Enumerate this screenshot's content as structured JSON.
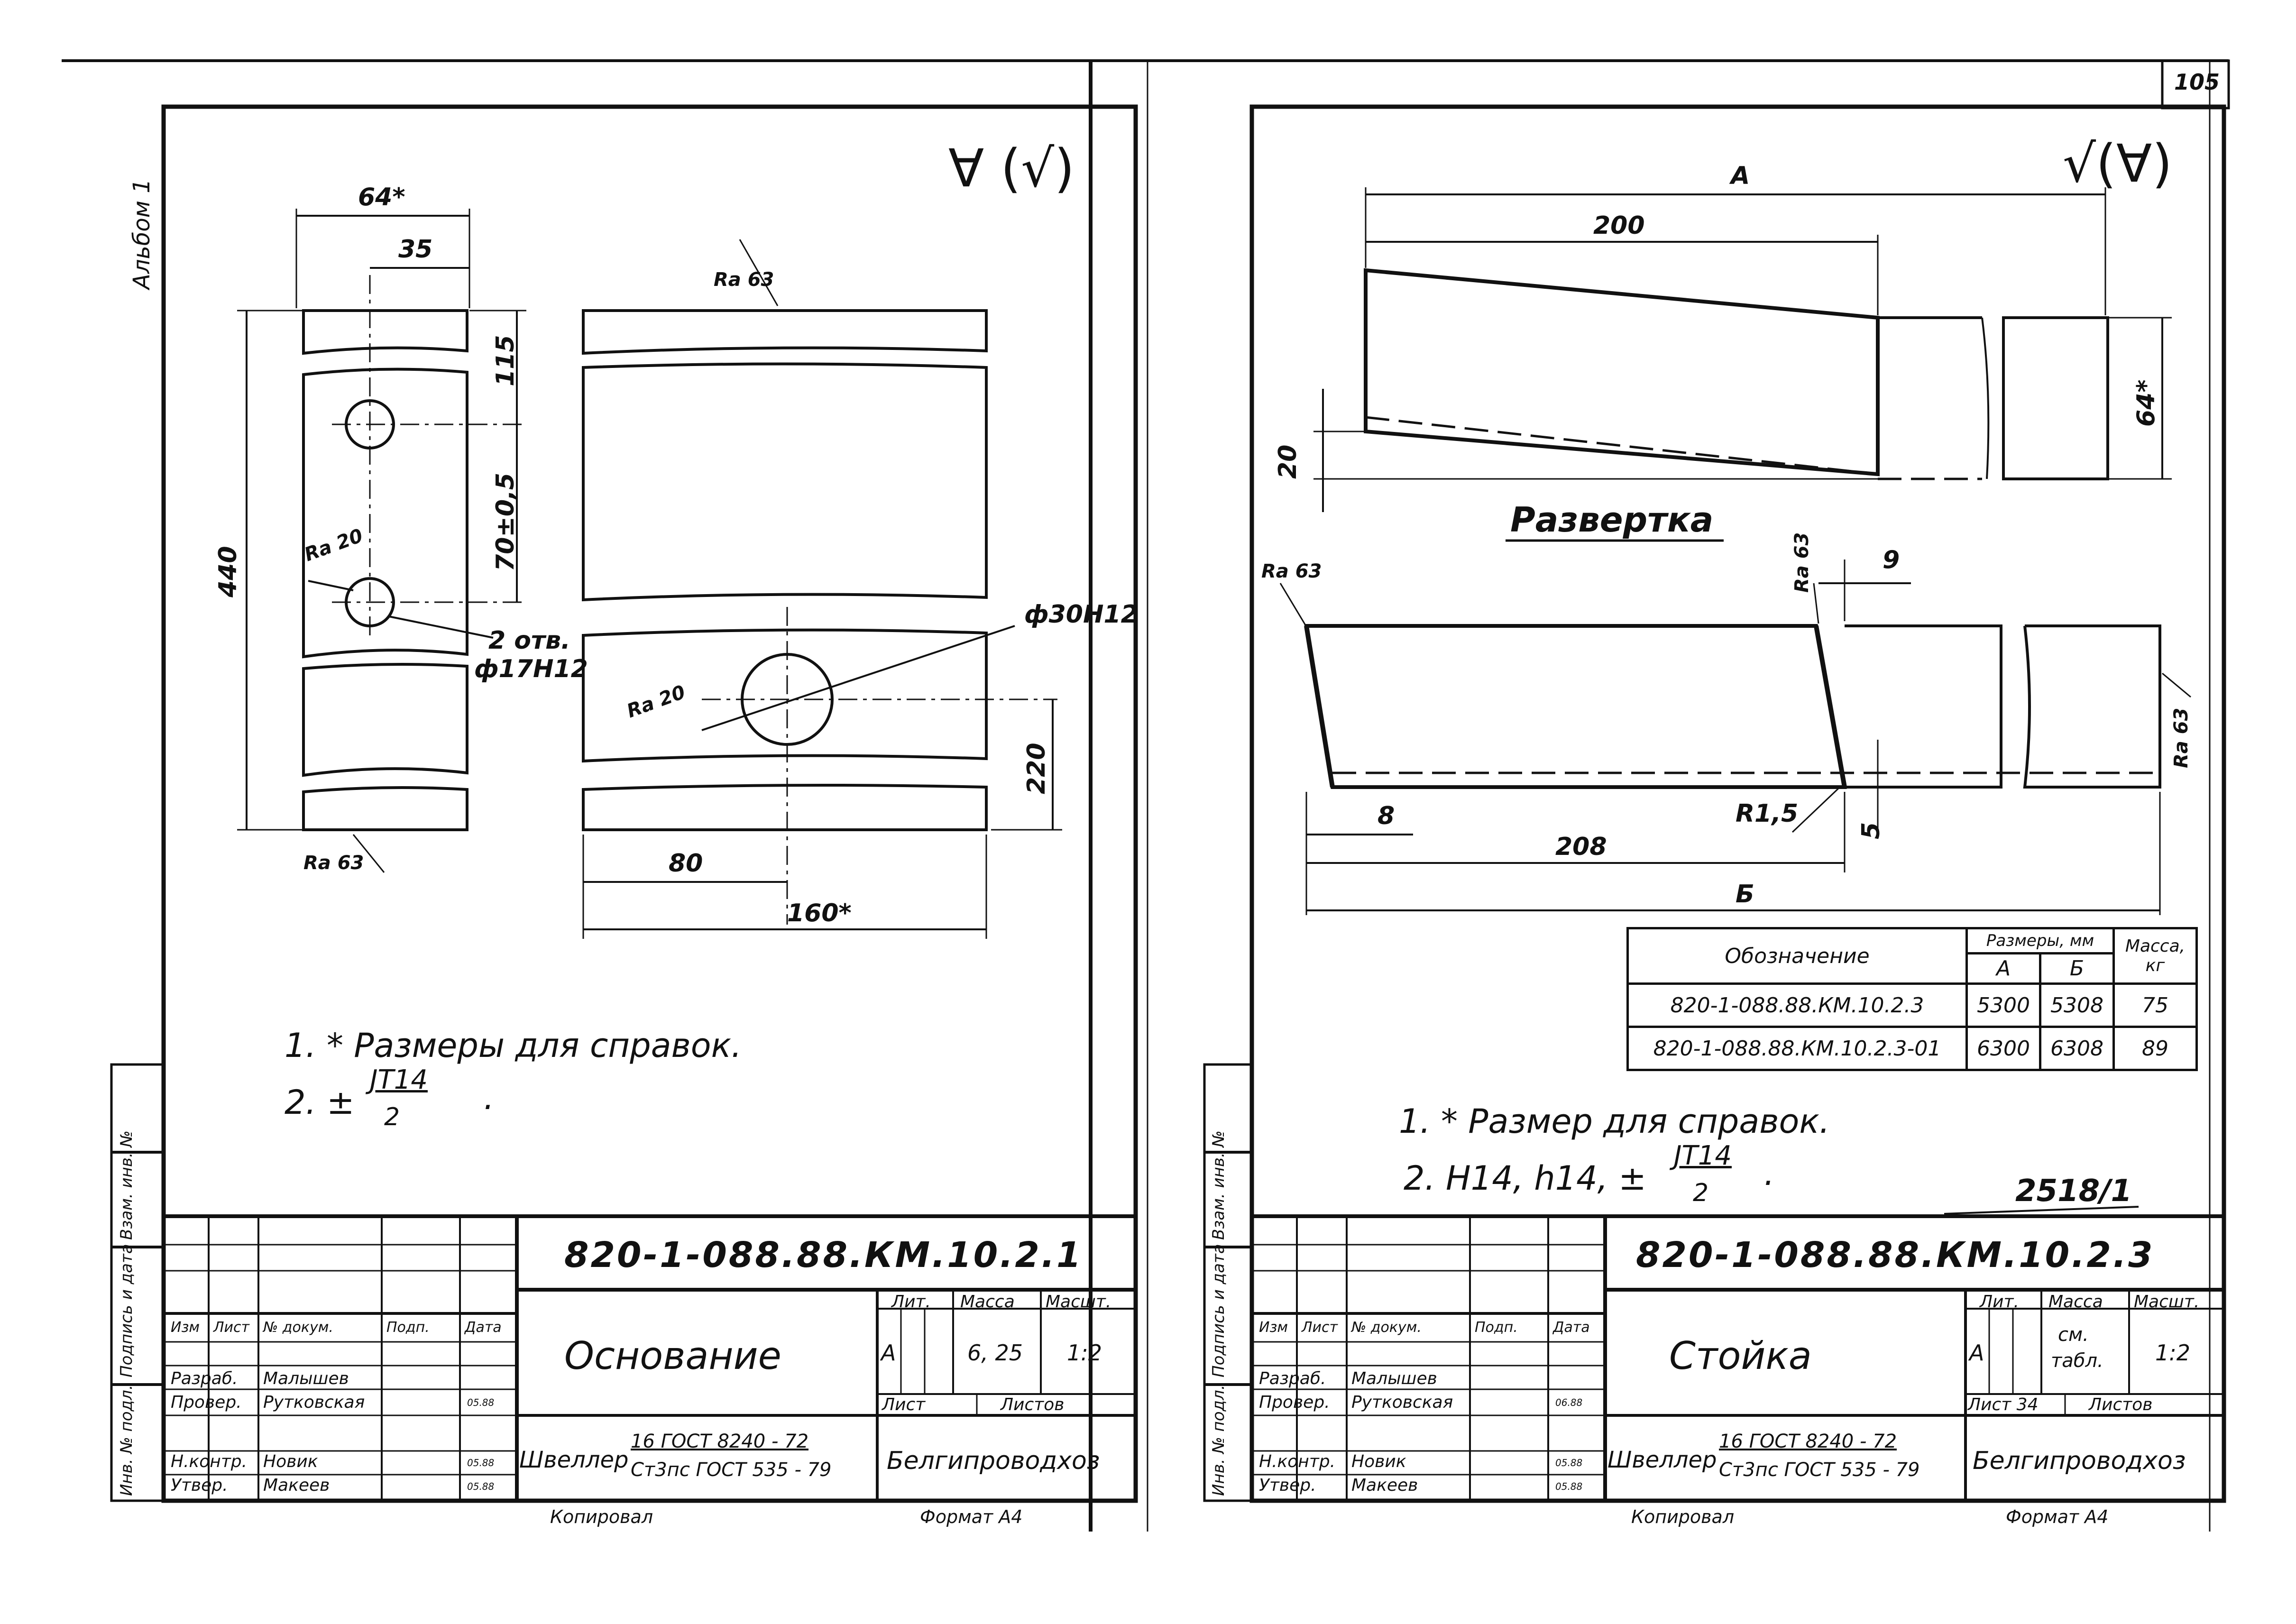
{
  "page_number": "105",
  "album_label": "Альбом 1",
  "left_sheet": {
    "roughness_symbol": "∀ (√)",
    "dims": {
      "w64": "64*",
      "d35": "35",
      "d440": "440",
      "d115": "115",
      "d70": "70±0,5",
      "d80": "80",
      "d160": "160*",
      "d220": "220"
    },
    "ra": {
      "ra63_top": "Ra 63",
      "ra63_bottom": "Ra 63",
      "ra20_left": "Ra 20",
      "ra20_right": "Ra 20"
    },
    "holes_callout": {
      "line1": "2 отв.",
      "line2": "ф17Н12"
    },
    "hole_big": "ф30Н12",
    "notes": {
      "n1": "1. * Размеры для справок.",
      "n2_prefix": "2. ±",
      "n2_num": "JT14",
      "n2_den": "2",
      "n2_suffix": "."
    },
    "title_block": {
      "code": "820-1-088.88.КМ.10.2.1",
      "name": "Основание",
      "headers": {
        "izm": "Изм",
        "list": "Лист",
        "doc": "№ докум.",
        "sign": "Подп.",
        "date": "Дата",
        "lit": "Лит.",
        "massa": "Масса",
        "masht": "Масшт.",
        "list2": "Лист",
        "listov": "Листов"
      },
      "lit": "А",
      "mass": "6, 25",
      "scale": "1:2",
      "roles": [
        "Разраб.",
        "Провер.",
        "Н.контр.",
        "Утвер."
      ],
      "names": [
        "Малышев",
        "Рутковская",
        "Новик",
        "Макеев"
      ],
      "dates": [
        "05.88",
        "05.88",
        "05.88"
      ],
      "material": {
        "prefix": "Швеллер",
        "top": "16 ГОСТ 8240 - 72",
        "bottom": "Ст3пс ГОСТ 535 - 79"
      },
      "org": "Белгипроводхоз"
    },
    "footer": {
      "copied": "Копировал",
      "format": "Формат А4"
    }
  },
  "right_sheet": {
    "roughness_symbol": "√(∀)",
    "dims": {
      "a": "А",
      "d200": "200",
      "d20": "20",
      "d64": "64*",
      "d9": "9",
      "d8": "8",
      "r15": "R1,5",
      "d5": "5",
      "d208": "208",
      "b": "Б"
    },
    "razvertka": "Развертка",
    "ra": {
      "ra63_left": "Ra 63",
      "ra63_mid": "Ra 63",
      "ra63_right": "Ra 63"
    },
    "table": {
      "h_designation": "Обозначение",
      "h_sizes": "Размеры, мм",
      "h_a": "А",
      "h_b": "Б",
      "h_mass": "Масса, кг",
      "rows": [
        {
          "designation": "820-1-088.88.КМ.10.2.3",
          "a": "5300",
          "b": "5308",
          "mass": "75"
        },
        {
          "designation": "820-1-088.88.КМ.10.2.3-01",
          "a": "6300",
          "b": "6308",
          "mass": "89"
        }
      ]
    },
    "notes": {
      "n1": "1. * Размер для справок.",
      "n2_prefix": "2. Н14, h14, ±",
      "n2_num": "JT14",
      "n2_den": "2",
      "n2_suffix": "."
    },
    "stamp_number": "2518/1",
    "title_block": {
      "code": "820-1-088.88.КМ.10.2.3",
      "name": "Стойка",
      "lit": "А",
      "mass_line1": "см.",
      "mass_line2": "табл.",
      "scale": "1:2",
      "list_no": "Лист 34",
      "material": {
        "prefix": "Швеллер",
        "top": "16 ГОСТ 8240 - 72",
        "bottom": "Ст3пс ГОСТ 535 - 79"
      },
      "org": "Белгипроводхоз",
      "dates": [
        "06.88",
        "05.88",
        "05.88"
      ]
    },
    "footer": {
      "copied": "Копировал",
      "format": "Формат А4"
    }
  },
  "side_labels": {
    "inv_podl": "Инв. № подл.",
    "podpis": "Подпись и дата",
    "vzam": "Взам. инв. №"
  }
}
